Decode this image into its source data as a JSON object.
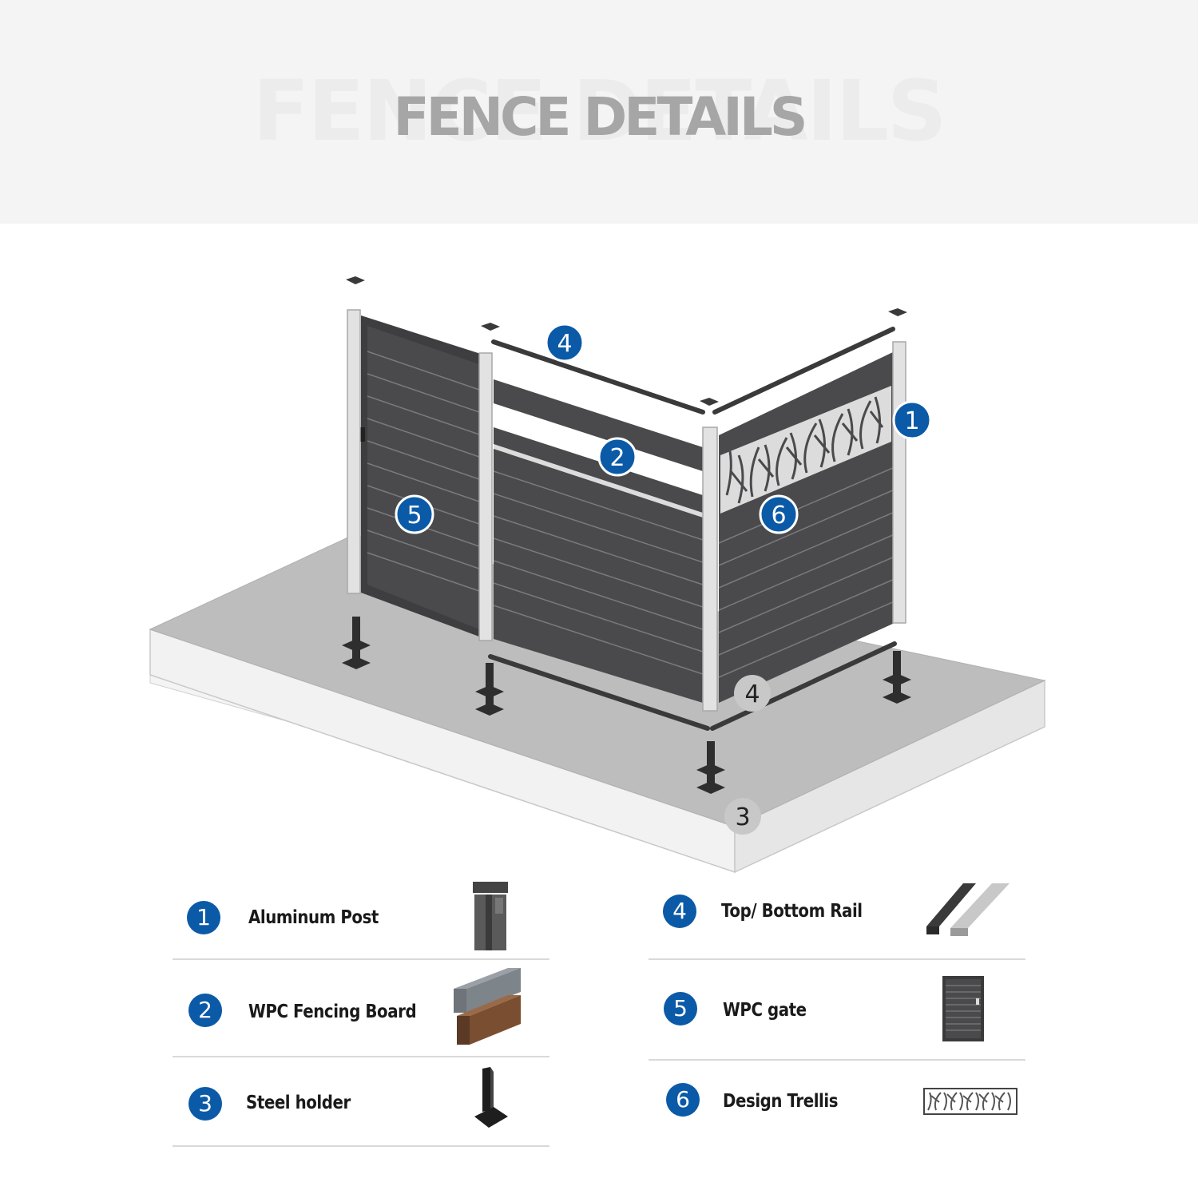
{
  "header": {
    "ghost_title": "FENCE DETAILS",
    "title": "FENCE DETAILS"
  },
  "callouts": [
    {
      "number": "4",
      "style": "blue",
      "target": "top-rail"
    },
    {
      "number": "2",
      "style": "blue",
      "target": "fencing-board"
    },
    {
      "number": "1",
      "style": "blue",
      "target": "aluminum-post"
    },
    {
      "number": "5",
      "style": "blue",
      "target": "gate"
    },
    {
      "number": "6",
      "style": "blue",
      "target": "design-trellis"
    },
    {
      "number": "4",
      "style": "gray",
      "target": "bottom-rail"
    },
    {
      "number": "3",
      "style": "gray",
      "target": "steel-holder"
    }
  ],
  "legend": [
    {
      "number": "1",
      "label": "Aluminum Post",
      "icon": "aluminum-post-icon"
    },
    {
      "number": "2",
      "label": "WPC Fencing Board",
      "icon": "fencing-board-icon"
    },
    {
      "number": "3",
      "label": "Steel holder",
      "icon": "steel-holder-icon"
    },
    {
      "number": "4",
      "label": "Top/ Bottom Rail",
      "icon": "rail-icon"
    },
    {
      "number": "5",
      "label": "WPC gate",
      "icon": "gate-icon"
    },
    {
      "number": "6",
      "label": "Design Trellis",
      "icon": "trellis-icon"
    }
  ],
  "colors": {
    "badge_blue": "#0b5aa7",
    "badge_gray": "#c8c8c8",
    "panel_dark": "#4a4a4c",
    "slab_top": "#bdbdbd",
    "slab_side": "#f2f2f2",
    "post_silver": "#dedede",
    "title_gray": "#a6a6a6"
  }
}
